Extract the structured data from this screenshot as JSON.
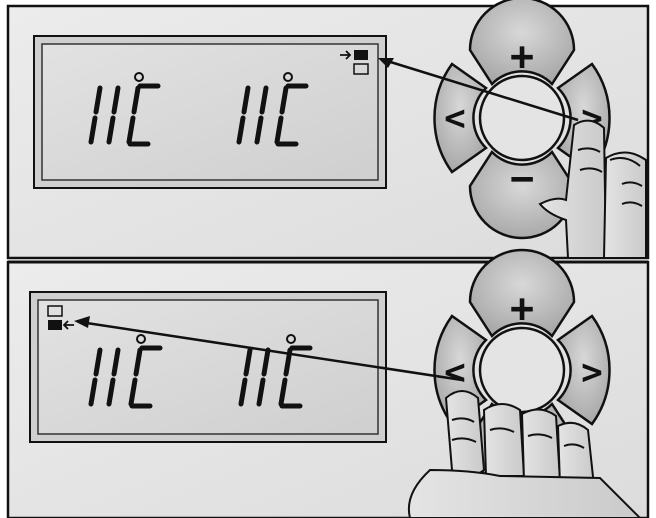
{
  "panels": [
    {
      "id": "top",
      "display": {
        "zone1_temp": "11",
        "zone1_unit": "C",
        "zone2_temp": "11",
        "zone2_unit": "C",
        "indicator": "upper-compartment-selected"
      },
      "pressed_key": "right",
      "keypad": {
        "plus": "+",
        "minus": "−",
        "left": "<",
        "right": ">"
      }
    },
    {
      "id": "bottom",
      "display": {
        "zone1_temp": "11",
        "zone1_unit": "C",
        "zone2_temp": "11",
        "zone2_unit": "C",
        "indicator": "lower-compartment-selected"
      },
      "pressed_key": "left",
      "keypad": {
        "plus": "+",
        "minus": "−",
        "left": "<",
        "right": ">"
      }
    }
  ],
  "colors": {
    "background": "#e9e9e9",
    "lcd": "#d9d9d9",
    "segment": "#222222",
    "key": "#bdbdbd",
    "outline": "#111111"
  }
}
